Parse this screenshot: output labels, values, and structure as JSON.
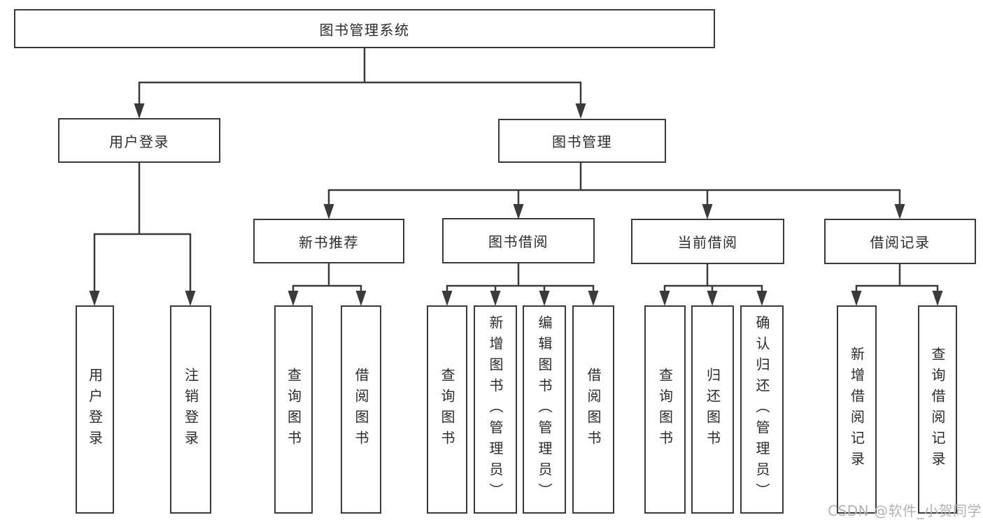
{
  "tree": {
    "label": "图书管理系统",
    "children": [
      {
        "label": "用户登录",
        "children": [
          {
            "label": "用户登录"
          },
          {
            "label": "注销登录"
          }
        ]
      },
      {
        "label": "图书管理",
        "children": [
          {
            "label": "新书推荐",
            "children": [
              {
                "label": "查询图书"
              },
              {
                "label": "借阅图书"
              }
            ]
          },
          {
            "label": "图书借阅",
            "children": [
              {
                "label": "查询图书"
              },
              {
                "label": "新增图书（管理员）"
              },
              {
                "label": "编辑图书（管理员）"
              },
              {
                "label": "借阅图书"
              }
            ]
          },
          {
            "label": "当前借阅",
            "children": [
              {
                "label": "查询图书"
              },
              {
                "label": "归还图书"
              },
              {
                "label": "确认归还（管理员）"
              }
            ]
          },
          {
            "label": "借阅记录",
            "children": [
              {
                "label": "新增借阅记录"
              },
              {
                "label": "查询借阅记录"
              }
            ]
          }
        ]
      }
    ]
  },
  "watermark": "CSDN @软件_小贺同学",
  "colors": {
    "line": "#3a3a3a",
    "text": "#2b2b2b",
    "watermark": "#b3b3b3",
    "background": "#ffffff"
  }
}
